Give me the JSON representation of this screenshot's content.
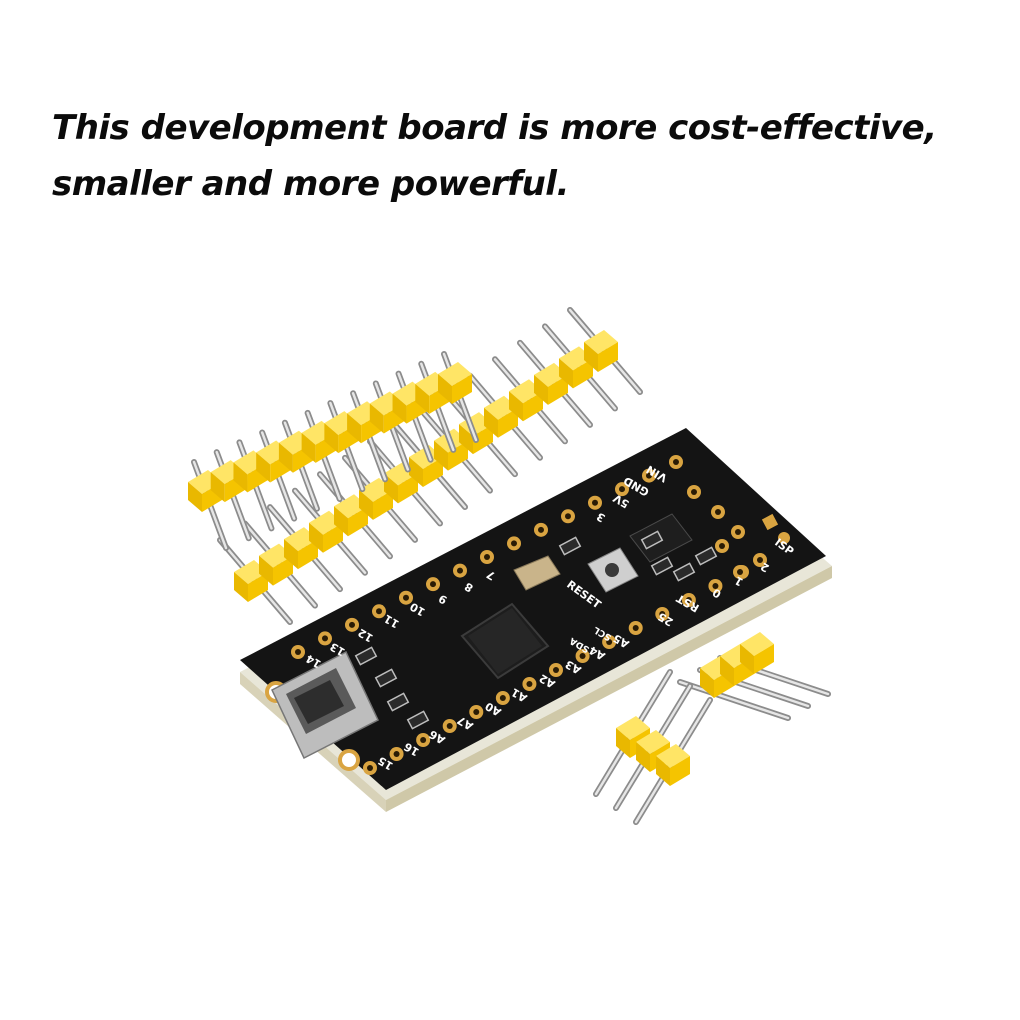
{
  "headline": {
    "line1": "This development board is more cost-effective,",
    "line2": "smaller and more powerful."
  },
  "board": {
    "labels": {
      "reset": "RESET",
      "isp": "ISP",
      "vin": "VIN",
      "gnd": "GND",
      "v5": "5V",
      "rst": "RST",
      "p25": "25",
      "p0": "0",
      "p1": "1",
      "p2": "2",
      "p3": "3",
      "p7": "7",
      "p8": "8",
      "p9": "9",
      "p10": "10",
      "p11": "11",
      "p12": "12",
      "p13": "13",
      "p14": "14",
      "p15": "15",
      "p16": "16",
      "a0": "A0",
      "a1": "A1",
      "a2": "A2",
      "a3": "A3",
      "a4": "A4",
      "a5": "A5",
      "a6": "A6",
      "a7": "A7",
      "scl": "SCL",
      "sda": "SDA"
    }
  },
  "colors": {
    "pcb": "#111111",
    "header_plastic": "#f5c400",
    "pin_metal": "#c8c8c8",
    "gold_pad": "#d9a441"
  }
}
